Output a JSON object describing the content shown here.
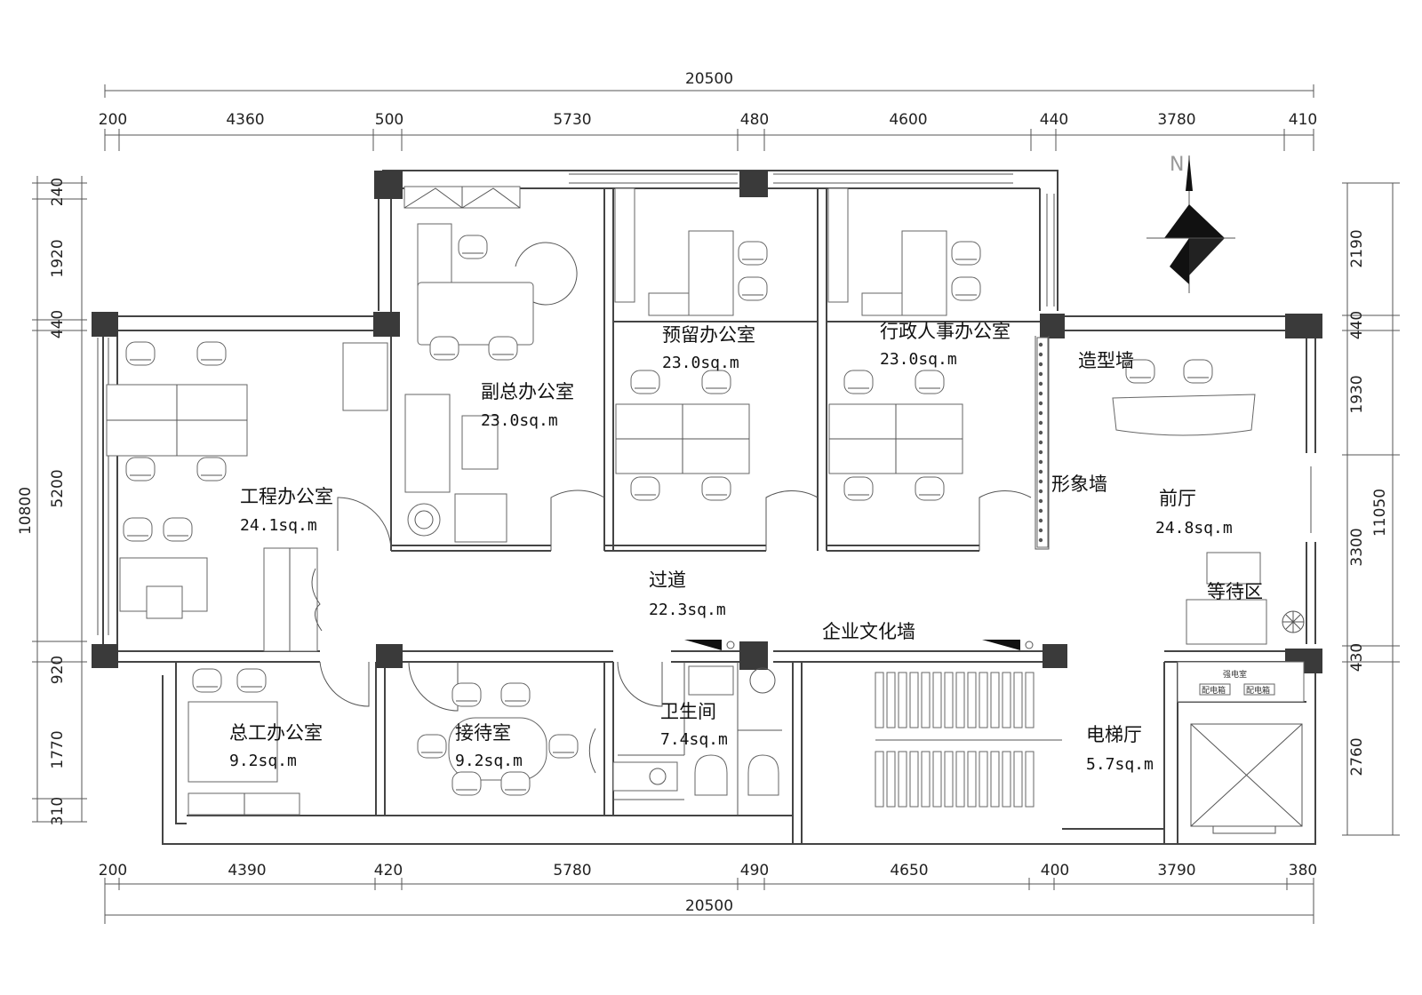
{
  "dimensions": {
    "top_total": "20500",
    "top_segments": [
      "200",
      "4360",
      "500",
      "5730",
      "480",
      "4600",
      "440",
      "3780",
      "410"
    ],
    "bottom_total": "20500",
    "bottom_segments": [
      "200",
      "4390",
      "420",
      "5780",
      "490",
      "4650",
      "400",
      "3790",
      "380"
    ],
    "left_total": "10800",
    "left_segments": [
      "240",
      "1920",
      "440",
      "5200",
      "920",
      "1770",
      "310"
    ],
    "right_total": "11050",
    "right_segments": [
      "2190",
      "440",
      "1930",
      "3300",
      "430",
      "2760"
    ]
  },
  "compass": {
    "north_label": "N"
  },
  "rooms": {
    "fuzong": {
      "name": "副总办公室",
      "area": "23.0sq.m"
    },
    "yuliu": {
      "name": "预留办公室",
      "area": "23.0sq.m"
    },
    "xingzheng": {
      "name": "行政人事办公室",
      "area": "23.0sq.m"
    },
    "gongcheng": {
      "name": "工程办公室",
      "area": "24.1sq.m"
    },
    "qianting": {
      "name": "前厅",
      "area": "24.8sq.m"
    },
    "guodao": {
      "name": "过道",
      "area": "22.3sq.m"
    },
    "zonggong": {
      "name": "总工办公室",
      "area": "9.2sq.m"
    },
    "jiedai": {
      "name": "接待室",
      "area": "9.2sq.m"
    },
    "weisheng": {
      "name": "卫生间",
      "area": "7.4sq.m"
    },
    "dianti": {
      "name": "电梯厅",
      "area": "5.7sq.m"
    }
  },
  "labels": {
    "zaoxing": "造型墙",
    "xingxiang": "形象墙",
    "dengdai": "等待区",
    "qiye": "企业文化墙",
    "qiangdian": "强电室",
    "peidian1": "配电箱",
    "peidian2": "配电箱"
  }
}
